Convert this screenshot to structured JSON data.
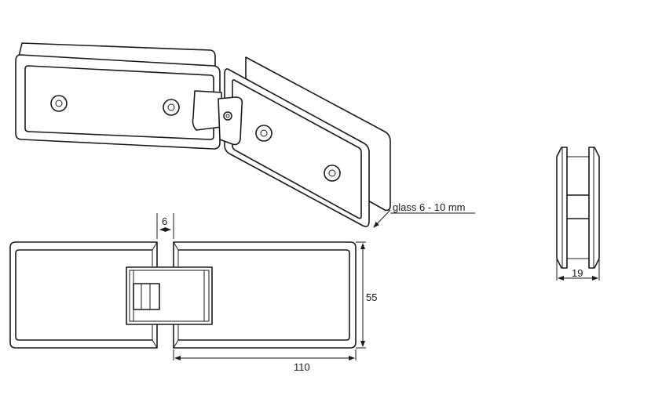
{
  "drawing": {
    "glass_label": "glass 6 - 10 mm",
    "gap_dimension": "6",
    "length_dimension": "110",
    "height_dimension": "55",
    "thickness_dimension": "19"
  }
}
